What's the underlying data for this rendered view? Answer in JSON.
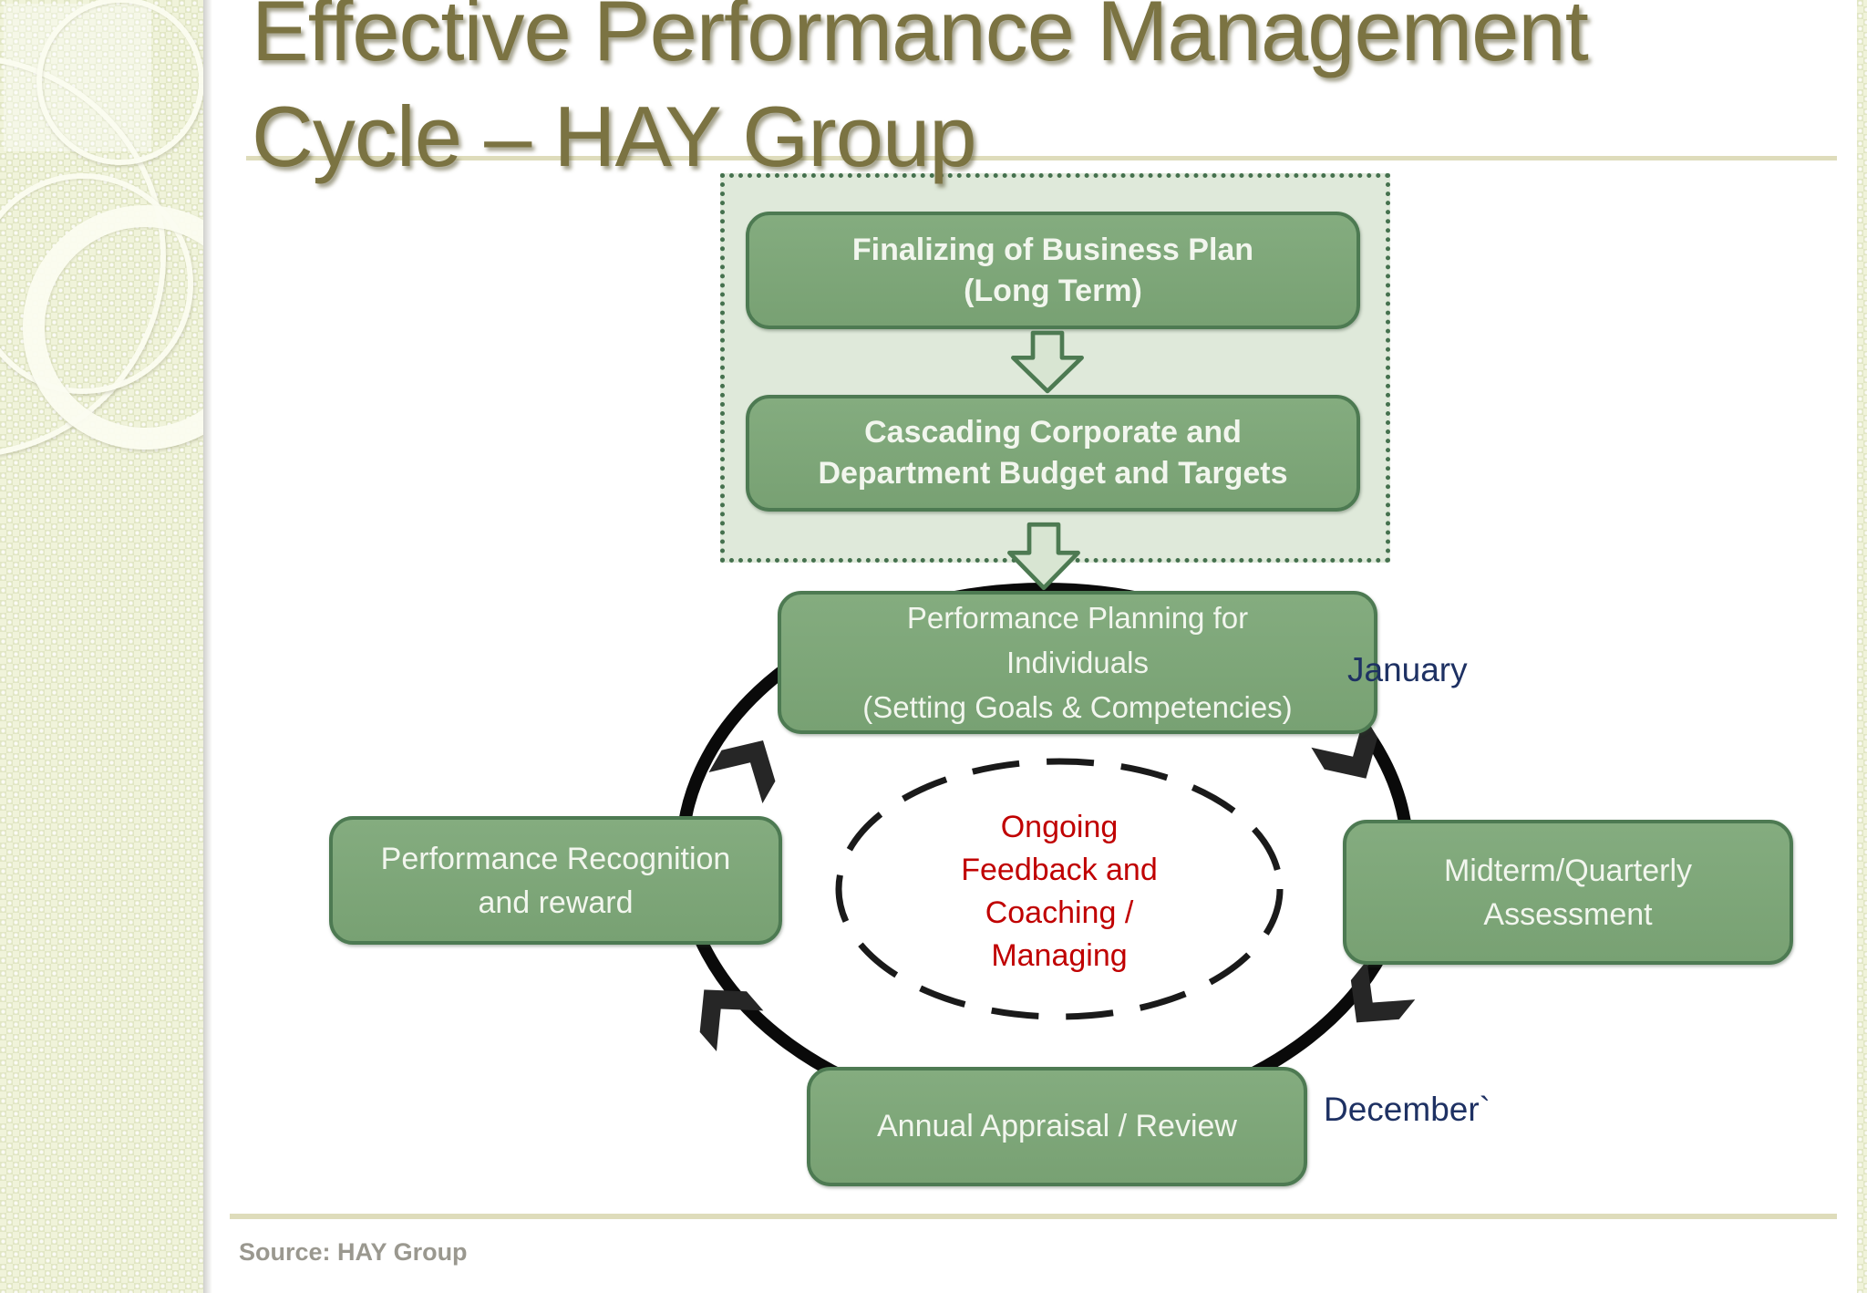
{
  "colors": {
    "title-olive": "#7B7342",
    "box-green": "#7DA578",
    "box-border": "#4D7A52",
    "box-text": "#F2F6EE",
    "panel-bg": "#DFE9DA",
    "panel-border": "#45714E",
    "arrow-fill": "#D8E5D2",
    "cycle-black": "#0A0A0A",
    "center-red": "#C00000",
    "month-navy": "#1E3163",
    "source-gray": "#9A988F",
    "rule-beige": "#DEDCBB"
  },
  "header": {
    "title": "Effective Performance Management\nCycle – HAY Group"
  },
  "planning_panel": {
    "box1": "Finalizing of Business Plan\n(Long Term)",
    "box2": "Cascading Corporate and\nDepartment Budget and Targets"
  },
  "cycle": {
    "top_box": "Performance Planning for\nIndividuals\n(Setting Goals & Competencies)",
    "right_box": "Midterm/Quarterly\nAssessment",
    "bottom_box": "Annual Appraisal / Review",
    "left_box": "Performance Recognition\nand reward",
    "center": "Ongoing\nFeedback and\nCoaching /\nManaging",
    "label_january": "January",
    "label_december": "December`"
  },
  "footer": {
    "source": "Source: HAY Group"
  }
}
